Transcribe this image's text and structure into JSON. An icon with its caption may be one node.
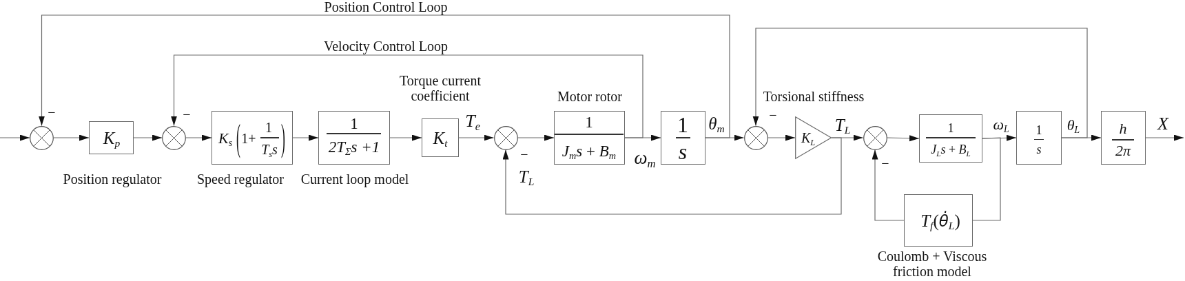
{
  "diagram": {
    "nodes": [
      {
        "text": [],
        "shape": "circle",
        "beside": [
          "−"
        ]
      },
      {
        "text": [
          "K$_{p}$"
        ],
        "beside": [
          "Position regulator"
        ]
      },
      {
        "text": [],
        "shape": "circle",
        "beside": [
          "−"
        ]
      },
      {
        "text": [
          "K$_{s}$",
          "(",
          "1+",
          "1",
          "T$_{s}$s",
          ")"
        ],
        "beside": [
          "Speed regulator"
        ]
      },
      {
        "text": [
          "1",
          "2T$_{Σ}$s +1"
        ],
        "beside": [
          "Current loop model"
        ]
      },
      {
        "text": [
          "K$_{t}$"
        ],
        "beside": [
          "Torque current coefficient"
        ]
      },
      {
        "text": [],
        "shape": "circle",
        "beside": [
          "−"
        ]
      },
      {
        "text": [
          "1",
          "*J*$_{m}$*s* + *B*$_{m}$"
        ],
        "beside": [
          "Motor rotor"
        ]
      },
      {
        "text": [
          "1",
          "s"
        ]
      },
      {
        "text": [],
        "shape": "circle",
        "beside": [
          "−"
        ]
      },
      {
        "text": [
          "K$_{L}$"
        ],
        "beside": [
          "Torsional stiffness"
        ]
      },
      {
        "text": [],
        "shape": "circle",
        "beside": [
          "−"
        ]
      },
      {
        "text": [
          "1",
          "*J*$_{L}$*s* + *B*$_{L}$"
        ]
      },
      {
        "text": [
          "1",
          "s"
        ]
      },
      {
        "text": [
          "h",
          "2π"
        ]
      },
      {
        "text": [
          "*T*$_{f}$(*θ̇*$_{L}$)"
        ],
        "beside": [
          "Coulomb + Viscous friction model"
        ]
      }
    ],
    "edges": [
      {
        "from": null,
        "to": 0,
        "arrow": "to"
      },
      {
        "from": 0,
        "to": 1,
        "arrow": "to"
      },
      {
        "from": 1,
        "to": 2,
        "arrow": "to"
      },
      {
        "from": 2,
        "to": 3,
        "arrow": "to"
      },
      {
        "from": 3,
        "to": 4,
        "arrow": "to"
      },
      {
        "from": 4,
        "to": 5,
        "arrow": "to"
      },
      {
        "from": 5,
        "to": 6,
        "arrow": "to",
        "label": "T$_{e}$"
      },
      {
        "from": 6,
        "to": 7,
        "arrow": "to"
      },
      {
        "from": 7,
        "to": 8,
        "arrow": "to",
        "label": "ω$_{m}$"
      },
      {
        "from": 7,
        "to": 2,
        "arrow": "to",
        "label": "Velocity Control Loop"
      },
      {
        "from": 8,
        "to": 9,
        "arrow": "to",
        "label": "θ$_{m}$"
      },
      {
        "from": 8,
        "to": 0,
        "arrow": "to",
        "label": "Position Control Loop"
      },
      {
        "from": 9,
        "to": 10,
        "arrow": "to"
      },
      {
        "from": 10,
        "to": 11,
        "arrow": "to",
        "label": "T$_{L}$"
      },
      {
        "from": 10,
        "to": 6,
        "arrow": "to",
        "label": "T$_{L}$"
      },
      {
        "from": 11,
        "to": 12,
        "arrow": "to"
      },
      {
        "from": 12,
        "to": 13,
        "arrow": "to",
        "label": "ω$_{L}$"
      },
      {
        "from": 12,
        "to": 15,
        "arrow": "none"
      },
      {
        "from": 15,
        "to": 11,
        "arrow": "to"
      },
      {
        "from": 13,
        "to": 14,
        "arrow": "to",
        "label": "θ$_{L}$"
      },
      {
        "from": 13,
        "to": 9,
        "arrow": "to"
      },
      {
        "from": 14,
        "to": null,
        "arrow": "to",
        "label": "X"
      }
    ]
  }
}
